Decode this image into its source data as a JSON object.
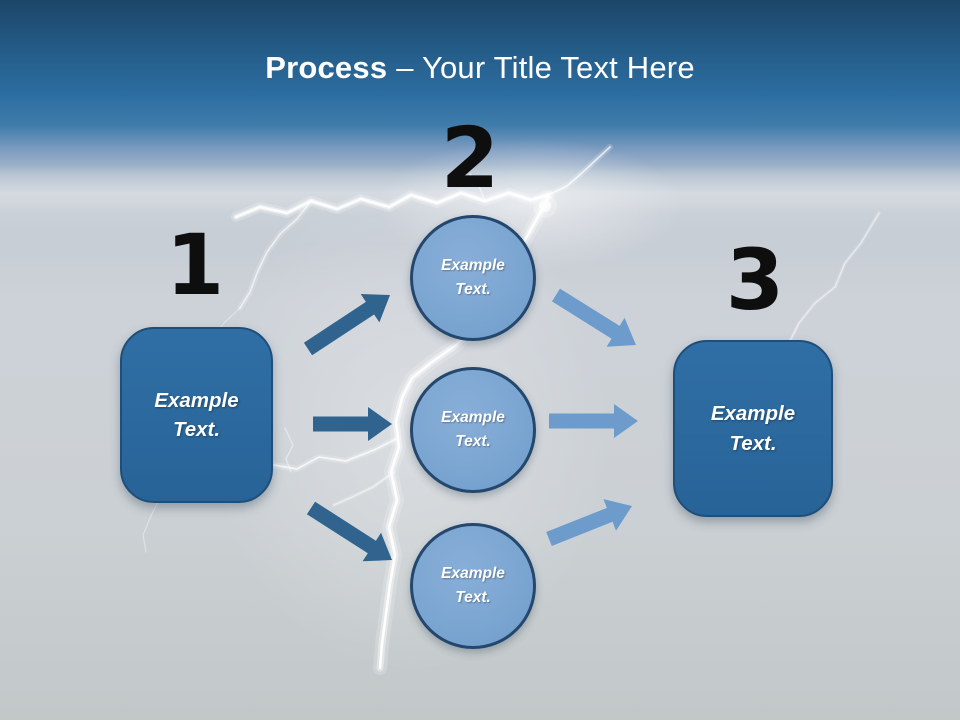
{
  "title": {
    "emphasis": "Process",
    "rest": "– Your Title Text Here"
  },
  "numbers": [
    "1",
    "2",
    "3"
  ],
  "shapes": {
    "left_box": {
      "line1": "Example",
      "line2": "Text."
    },
    "circle_top": {
      "line1": "Example",
      "line2": "Text."
    },
    "circle_middle": {
      "line1": "Example",
      "line2": "Text."
    },
    "circle_bottom": {
      "line1": "Example",
      "line2": "Text."
    },
    "right_box": {
      "line1": "Example",
      "line2": "Text."
    }
  },
  "colors": {
    "title_text": "#ffffff",
    "number_text": "#0e0e0e",
    "box_fill": "#2b689c",
    "box_border": "#1e4e79",
    "circle_fill": "#7ca6d2",
    "circle_border": "#24476e",
    "dark_arrow": "#30648f",
    "light_arrow": "#6d9bcc",
    "header_blue": "#2c6da1",
    "background_gray": "#c9ced3",
    "lightning": "#ffffff"
  }
}
